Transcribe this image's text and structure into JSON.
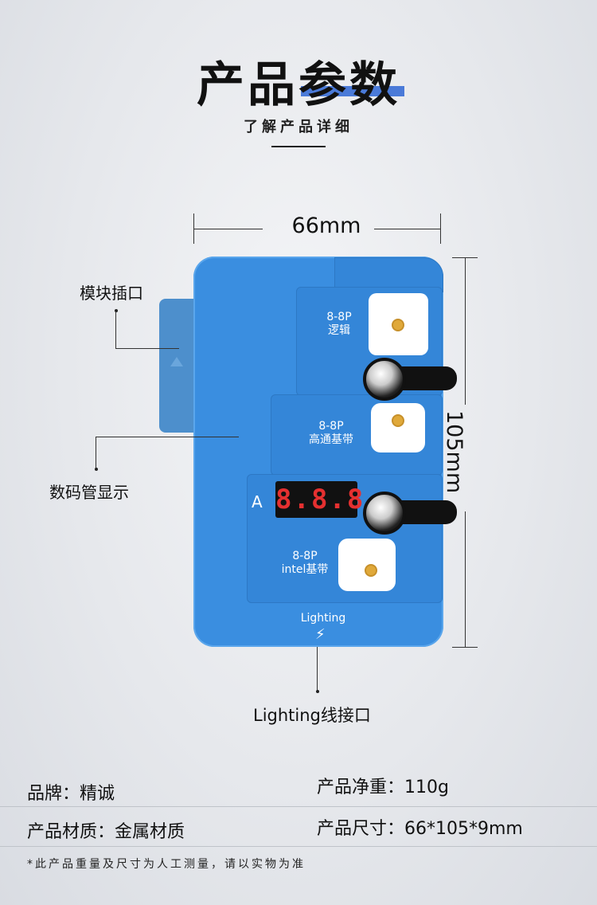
{
  "header": {
    "title": "产品参数",
    "subtitle": "了解产品详细"
  },
  "dimensions": {
    "width": "66mm",
    "height": "105mm"
  },
  "callouts": {
    "module_slot": "模块插口",
    "display": "数码管显示",
    "lightning_port": "Lighting线接口"
  },
  "board": {
    "socket1_label_l1": "8-8P",
    "socket1_label_l2": "逻辑",
    "socket2_label_l1": "8-8P",
    "socket2_label_l2": "高通基带",
    "socket3_label_l1": "8-8P",
    "socket3_label_l2": "intel基带",
    "display_letter": "A",
    "display_digits": "8.8.8.",
    "lightning_label": "Lighting",
    "lightning_icon": "⚡"
  },
  "specs": {
    "brand": "品牌：精诚",
    "weight": "产品净重：110g",
    "material": "产品材质：金属材质",
    "size": "产品尺寸：66*105*9mm"
  },
  "note": "*此产品重量及尺寸为人工测量，请以实物为准",
  "colors": {
    "board": "#3a8ee0",
    "accent": "#4a7ad8",
    "display_red": "#e53030"
  }
}
